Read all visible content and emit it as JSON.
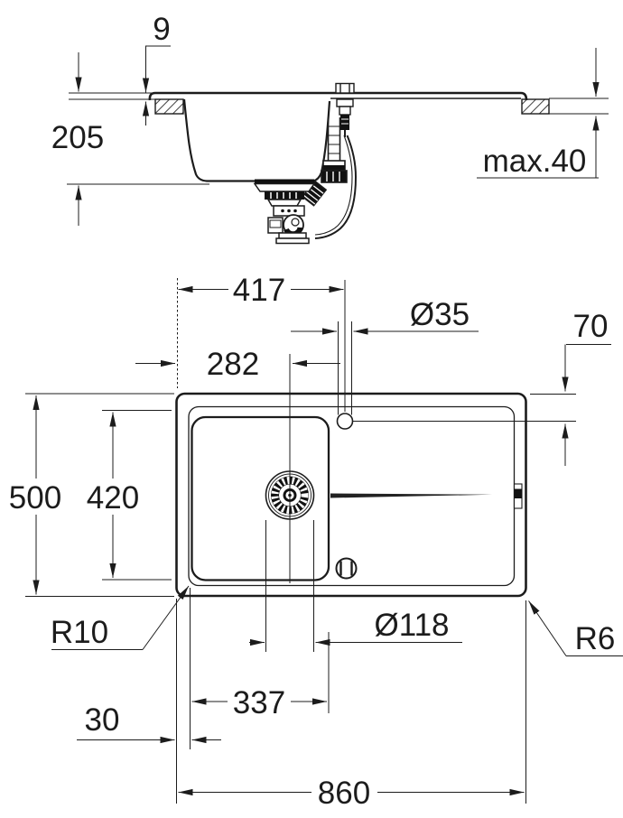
{
  "colors": {
    "ink": "#1c1c1c",
    "background": "#ffffff"
  },
  "section": {
    "dim_flange_height": "9",
    "dim_bowl_depth": "205",
    "dim_counter_thickness": "max.40"
  },
  "plan": {
    "dim_tap_from_left": "417",
    "dim_tap_hole_diameter": "Ø35",
    "dim_tap_from_top": "70",
    "dim_drain_from_left": "282",
    "dim_overall_depth": "500",
    "dim_bowl_inner_depth": "420",
    "dim_bowl_corner_radius": "R10",
    "dim_drain_diameter": "Ø118",
    "dim_outer_corner_radius": "R6",
    "dim_bowl_width": "337",
    "dim_edge_to_bowl": "30",
    "dim_overall_width": "860"
  }
}
